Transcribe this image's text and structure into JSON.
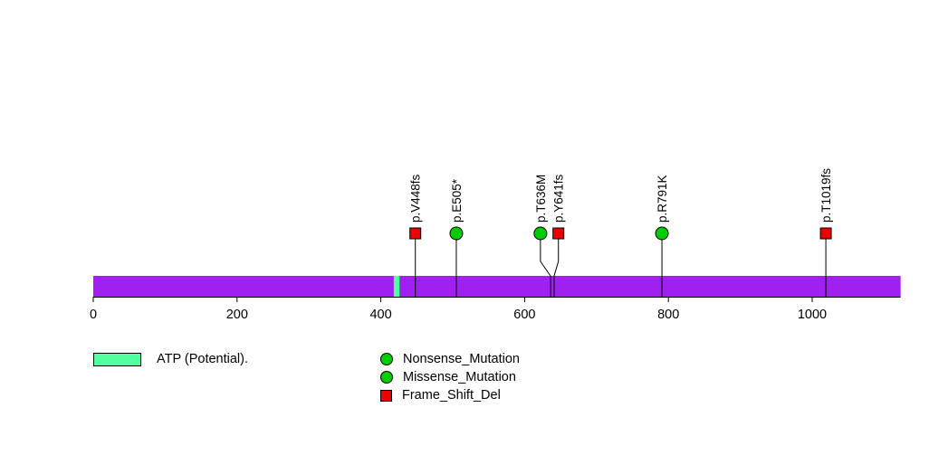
{
  "chart_data": {
    "type": "lollipop",
    "title": "",
    "xlabel": "",
    "ylabel": "",
    "axis": {
      "xlim": [
        0,
        1123
      ],
      "ticks": [
        0,
        200,
        400,
        600,
        800,
        1000
      ]
    },
    "backbone_color": "#A020F0",
    "domains": [
      {
        "name": "ATP (Potential).",
        "start": 418,
        "end": 426,
        "color": "#54FF9F"
      }
    ],
    "mutations": [
      {
        "label": "p.V448fs",
        "position": 448,
        "display_position": 448,
        "type": "Frame_Shift_Del",
        "shape": "square",
        "color": "#EE0000"
      },
      {
        "label": "p.E505*",
        "position": 505,
        "display_position": 505,
        "type": "Nonsense_Mutation",
        "shape": "circle",
        "color": "#00CD00"
      },
      {
        "label": "p.T636M",
        "position": 636,
        "display_position": 622,
        "type": "Missense_Mutation",
        "shape": "circle",
        "color": "#00CD00"
      },
      {
        "label": "p.Y641fs",
        "position": 641,
        "display_position": 647,
        "type": "Frame_Shift_Del",
        "shape": "square",
        "color": "#EE0000"
      },
      {
        "label": "p.R791K",
        "position": 791,
        "display_position": 791,
        "type": "Missense_Mutation",
        "shape": "circle",
        "color": "#00CD00"
      },
      {
        "label": "p.T1019fs",
        "position": 1019,
        "display_position": 1019,
        "type": "Frame_Shift_Del",
        "shape": "square",
        "color": "#EE0000"
      }
    ],
    "legend": {
      "domain": {
        "label": "ATP (Potential).",
        "color": "#54FF9F"
      },
      "mutation_types": [
        {
          "label": "Nonsense_Mutation",
          "shape": "circle",
          "color": "#00CD00"
        },
        {
          "label": "Missense_Mutation",
          "shape": "circle",
          "color": "#00CD00"
        },
        {
          "label": "Frame_Shift_Del",
          "shape": "square",
          "color": "#EE0000"
        }
      ]
    }
  }
}
